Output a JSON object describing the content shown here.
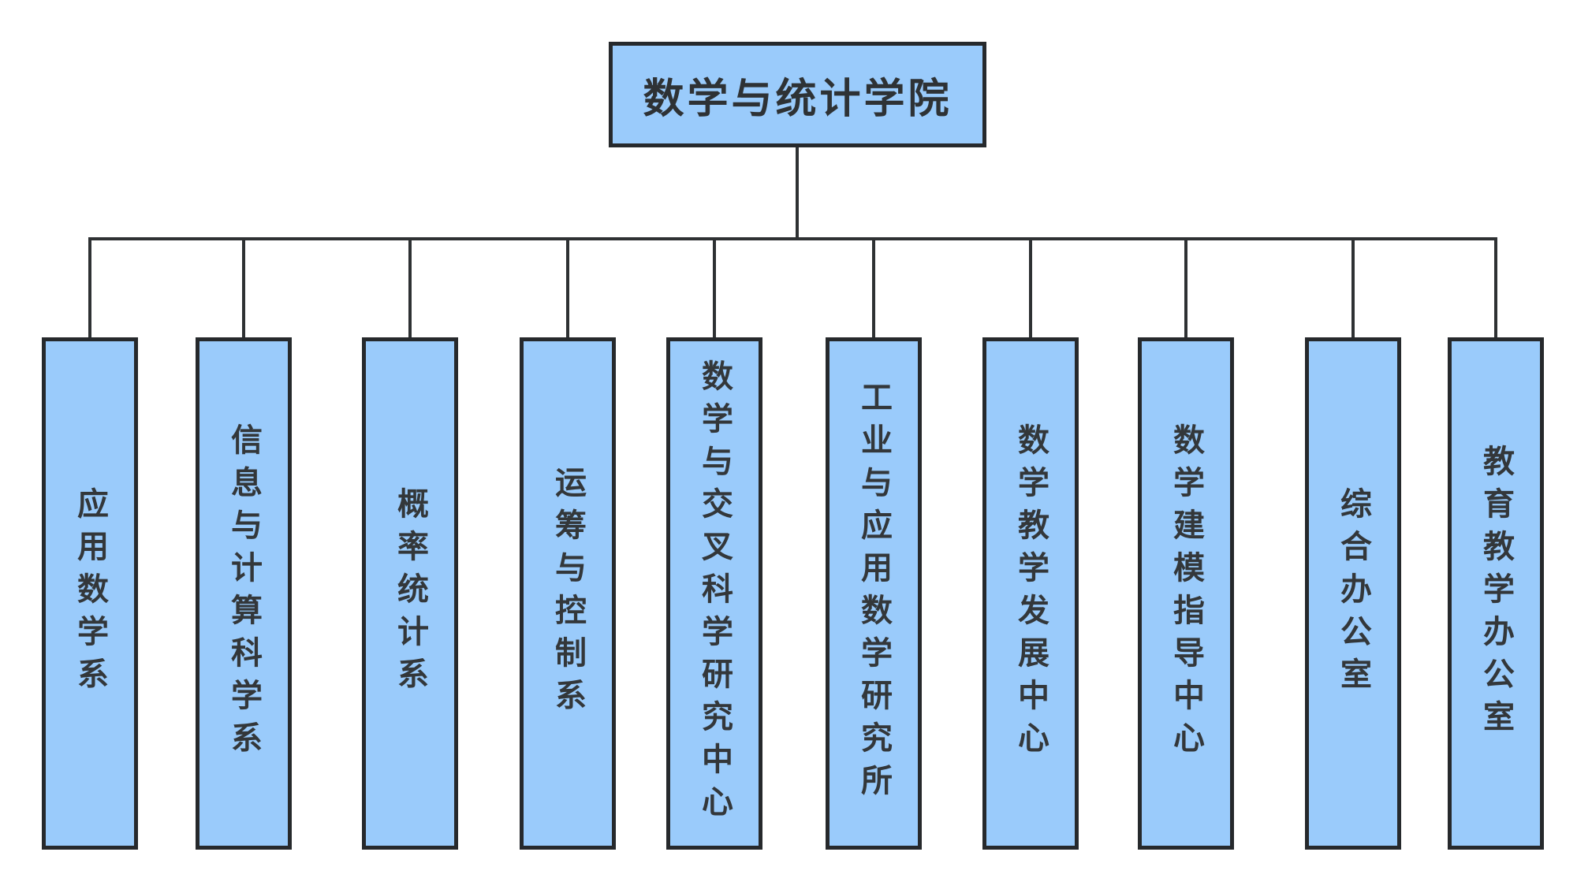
{
  "diagram": {
    "type": "org-chart",
    "root": {
      "label": "数学与统计学院"
    },
    "departments": [
      {
        "label": "应用数学系"
      },
      {
        "label": "信息与计算科学系"
      },
      {
        "label": "概率统计系"
      },
      {
        "label": "运筹与控制系"
      },
      {
        "label": "数学与交叉科学研究中心"
      },
      {
        "label": "工业与应用数学研究所"
      },
      {
        "label": "数学教学发展中心"
      },
      {
        "label": "数学建模指导中心"
      },
      {
        "label": "综合办公室"
      },
      {
        "label": "教育教学办公室"
      }
    ],
    "colors": {
      "node_fill": "#9acbfb",
      "node_border": "#26292c",
      "connector_line": "#2e3133",
      "text": "#33373a",
      "background": "#ffffff"
    }
  }
}
